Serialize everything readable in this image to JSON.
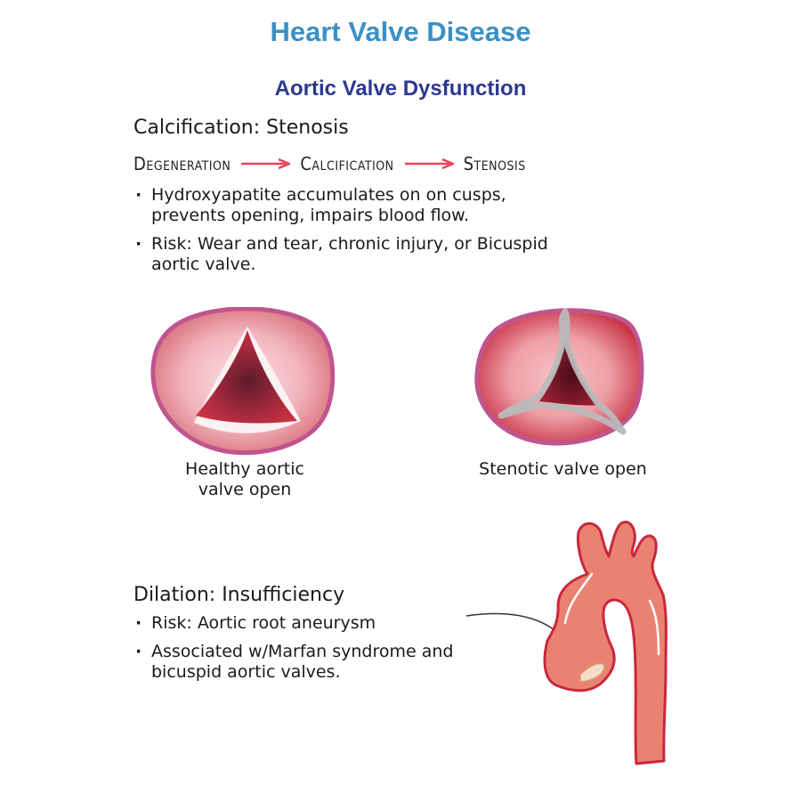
{
  "header": {
    "title": "Heart Valve Disease",
    "subtitle": "Aortic Valve Dysfunction"
  },
  "colors": {
    "title": "#3a90c4",
    "subtitle": "#2b3990",
    "arrow": "#e8455a",
    "valve_rim": "#c0558e",
    "aorta_fill": "#ea8272",
    "aorta_outline": "#c8283c",
    "calcification": "#b9b9bc"
  },
  "stenosis_section": {
    "heading": "Calcification: Stenosis",
    "flow": [
      {
        "label": "Degeneration",
        "icon": "arrow-right-icon"
      },
      {
        "label": "Calcification",
        "icon": "arrow-right-icon"
      },
      {
        "label": "Stenosis"
      }
    ],
    "bullets": [
      "Hydroxyapatite accumulates on on cusps, prevents opening, impairs blood flow.",
      "Risk: Wear and tear, chronic injury, or Bicuspid aortic valve."
    ]
  },
  "figures": {
    "healthy": {
      "caption_line1": "Healthy aortic",
      "caption_line2": "valve open"
    },
    "stenotic": {
      "caption": "Stenotic valve open"
    }
  },
  "insufficiency_section": {
    "heading": "Dilation: Insufficiency",
    "bullets": [
      "Risk: Aortic root aneurysm",
      "Associated w/Marfan syndrome and bicuspid aortic valves."
    ]
  }
}
